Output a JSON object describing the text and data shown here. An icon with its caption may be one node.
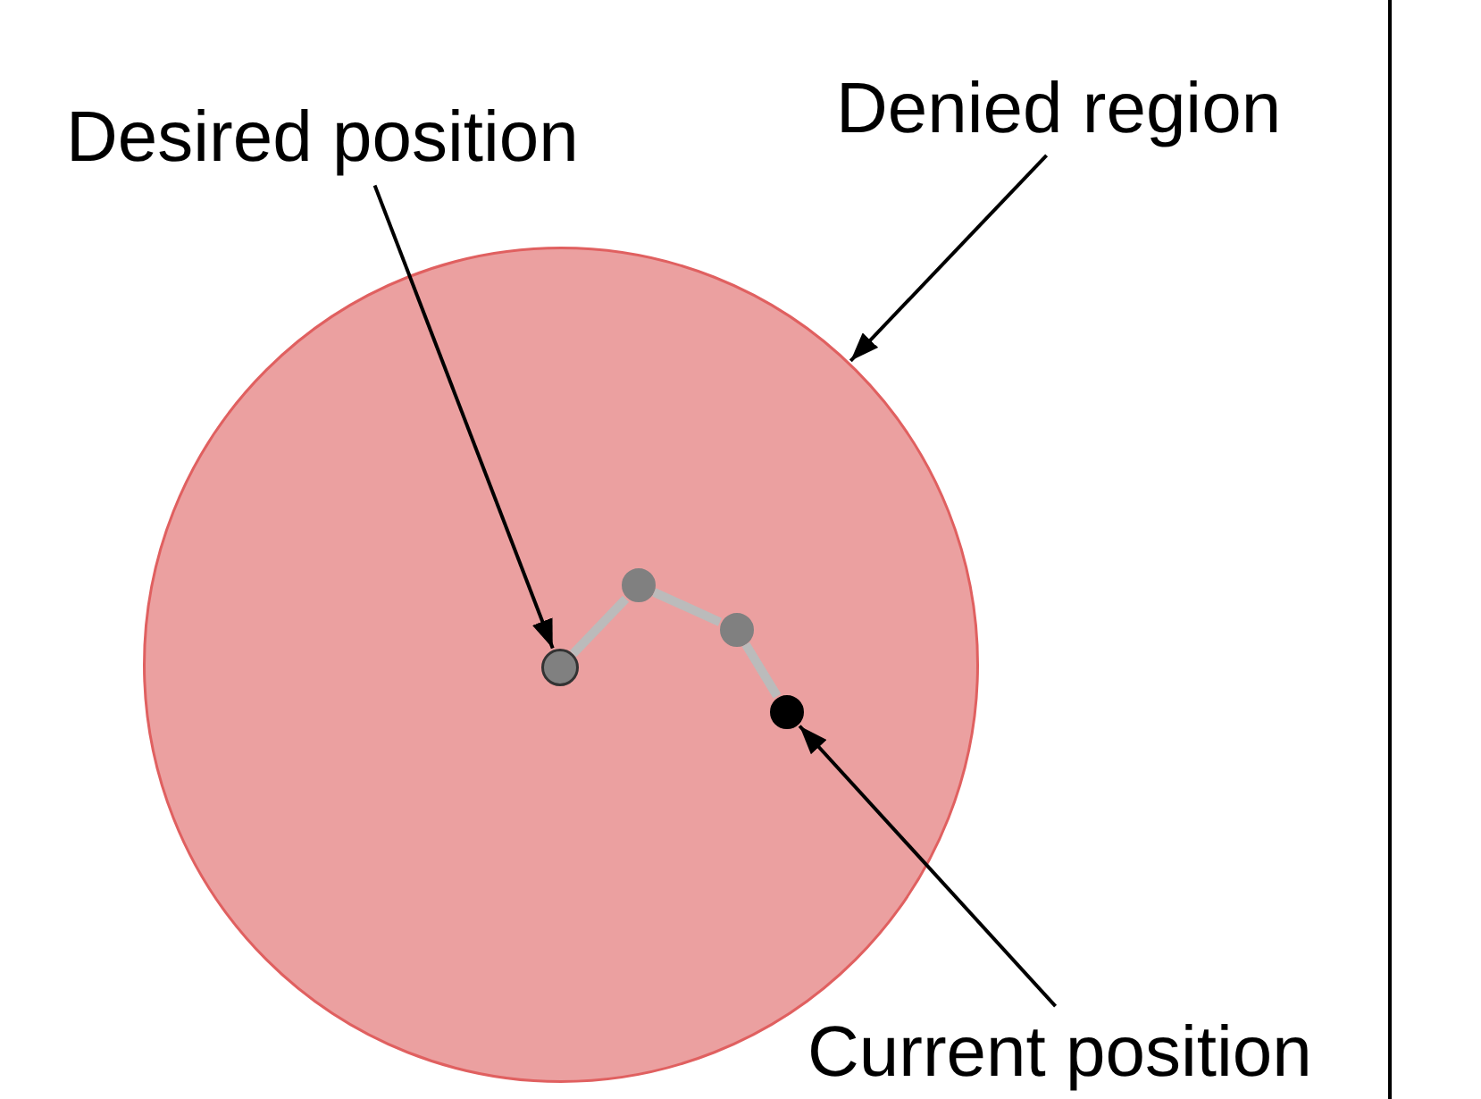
{
  "diagram": {
    "nodes": [
      {
        "text": [
          "Desired position"
        ]
      },
      {
        "text": [
          "Denied region"
        ]
      },
      {
        "text": [],
        "shape": "circle"
      },
      {
        "text": [],
        "shape": "circle",
        "in": 2
      },
      {
        "text": [],
        "shape": "circle",
        "in": 2
      },
      {
        "text": [],
        "shape": "circle",
        "in": 2
      },
      {
        "text": [],
        "shape": "circle",
        "in": 2
      },
      {
        "text": [
          "Current position"
        ]
      }
    ],
    "edges": [
      {
        "from": 0,
        "to": 3,
        "arrow": "to"
      },
      {
        "from": 1,
        "to": 2,
        "arrow": "to"
      },
      {
        "from": 3,
        "to": 4,
        "arrow": "none",
        "style": "thick",
        "color": "#bbbbbb"
      },
      {
        "from": 4,
        "to": 5,
        "arrow": "none",
        "style": "thick",
        "color": "#bbbbbb"
      },
      {
        "from": 5,
        "to": 6,
        "arrow": "none",
        "style": "thick",
        "color": "#bbbbbb"
      },
      {
        "from": 7,
        "to": 6,
        "arrow": "to"
      }
    ]
  }
}
